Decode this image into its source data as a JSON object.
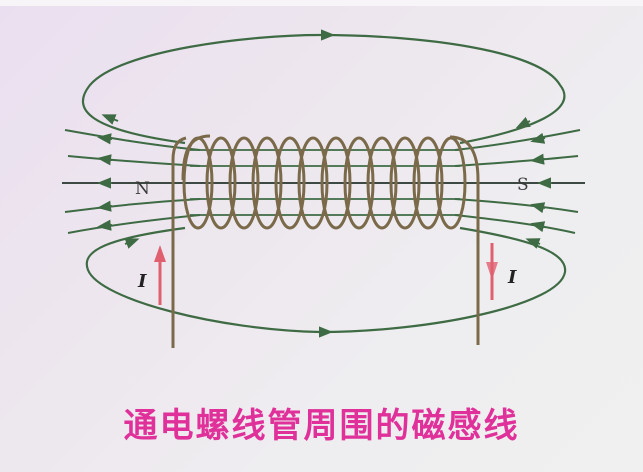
{
  "diagram": {
    "title": "通电螺线管周围的磁感线",
    "poles": {
      "north": "N",
      "south": "S"
    },
    "current_labels": {
      "left": "I",
      "right": "I"
    },
    "coil_turns": 12,
    "colors": {
      "field_line": "#3e6b44",
      "coil": "#7a6a4a",
      "current_arrow": "#e06070",
      "caption": "#e0309a",
      "axis_line": "#3d4a44"
    }
  }
}
